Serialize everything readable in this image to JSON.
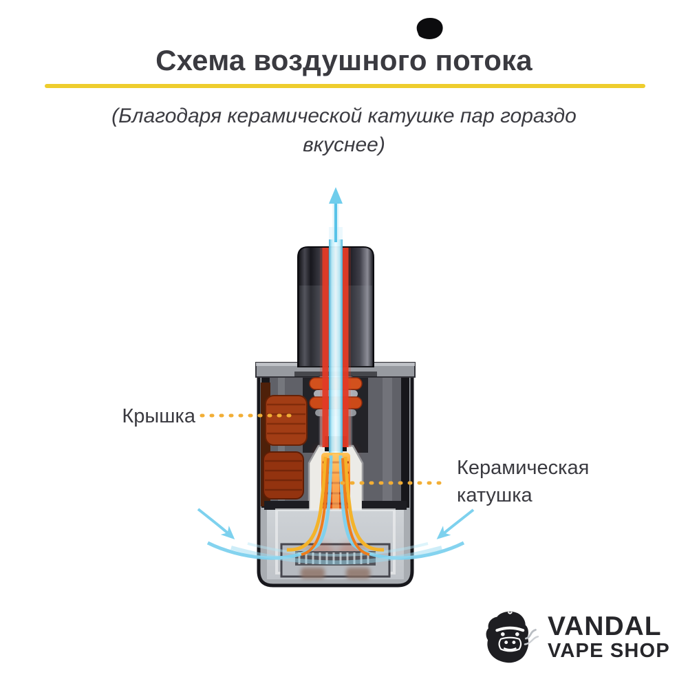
{
  "header": {
    "title": "Схема воздушного потока",
    "divider_color": "#eecd2d",
    "subtitle_lines": [
      "(Благодаря керамической катушке пар гораздо",
      "вкуснее)"
    ]
  },
  "diagram": {
    "labels": {
      "cap": "Крышка",
      "coil_lines": [
        "Керамическая",
        "катушка"
      ]
    },
    "leader_color": "#f2ae35",
    "colors": {
      "airflow_blue": "#7dd1ee",
      "heat_red": "#e23a26",
      "liquid_amber": "#f4b32a",
      "coil_glow_orange": "#ff7d1f",
      "copper_seal": "#a23d15"
    }
  },
  "footer": {
    "brand_line1": "VANDAL",
    "brand_line2": "VAPE SHOP",
    "brand_color": "#26262a"
  }
}
